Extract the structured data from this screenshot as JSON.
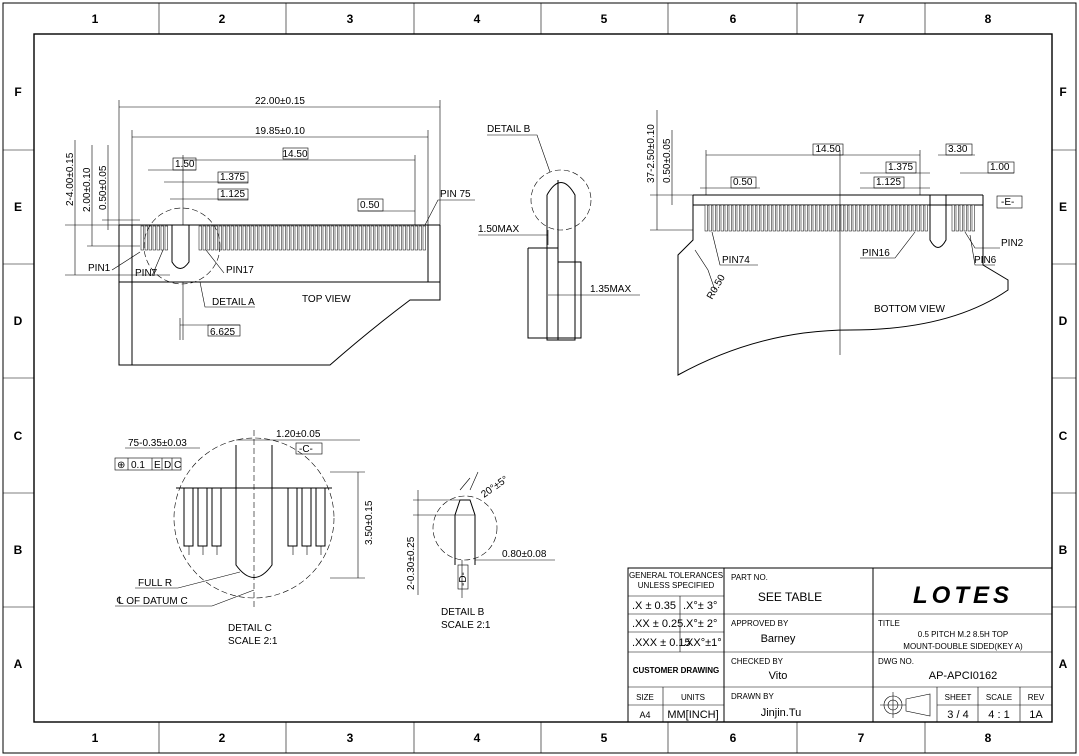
{
  "grid": {
    "columns": [
      "1",
      "2",
      "3",
      "4",
      "5",
      "6",
      "7",
      "8"
    ],
    "rows": [
      "F",
      "E",
      "D",
      "C",
      "B",
      "A"
    ]
  },
  "top_view": {
    "dims": {
      "overall": "22.00±0.15",
      "inner": "19.85±0.10",
      "pitch_span": "14.50",
      "d150": "1.50",
      "d1375": "1.375",
      "d1125": "1.125",
      "d050": "0.50",
      "d6625": "6.625",
      "v_total": "2-4.00±0.15",
      "v_200": "2.00±0.10",
      "v_050": "0.50±0.05"
    },
    "pins": {
      "pin75": "PIN 75",
      "pin1": "PIN1",
      "pin7": "PIN7",
      "pin17": "PIN17"
    },
    "detail_a": "DETAIL  A",
    "label": "TOP  VIEW"
  },
  "side_view": {
    "detail_b": "DETAIL  B",
    "max150": "1.50MAX",
    "max135": "1.35MAX"
  },
  "bottom_view": {
    "dims": {
      "v_37": "37-2.50±0.10",
      "v_050": "0.50±0.05",
      "pitch_span": "14.50",
      "d330": "3.30",
      "d100": "1.00",
      "d1375": "1.375",
      "d1125": "1.125",
      "d050": "0.50",
      "r050": "R0.50"
    },
    "datum_e": "-E-",
    "pins": {
      "pin2": "PIN2",
      "pin6": "PIN6",
      "pin16": "PIN16",
      "pin74": "PIN74"
    },
    "label": "BOTTOM  VIEW"
  },
  "detail_c": {
    "d120": "1.20±0.05",
    "datum_c": "-C-",
    "d75": "75-0.35±0.03",
    "fcf": [
      "⊕",
      "0.1",
      "E",
      "D",
      "C"
    ],
    "d350": "3.50±0.15",
    "full_r": "FULL  R",
    "datum_line": "℄  OF  DATUM  C",
    "title": "DETAIL  C",
    "scale": "SCALE  2:1"
  },
  "detail_b_view": {
    "angle": "20°±5°",
    "v_2": "2-0.30±0.25",
    "d080": "0.80±0.08",
    "datum_d": "-D-",
    "title": "DETAIL  B",
    "scale": "SCALE  2:1"
  },
  "title_block": {
    "tol_head1": "GENERAL TOLERANCES",
    "tol_head2": "UNLESS  SPECIFIED",
    "tol": [
      [
        ".X ±  0.35",
        ".X°±  3°"
      ],
      [
        ".XX ±  0.25",
        ".X°±  2°"
      ],
      [
        ".XXX ± 0.15",
        ".XX°±1°"
      ]
    ],
    "customer": "CUSTOMER DRAWING",
    "size_label": "SIZE",
    "size": "A4",
    "units_label": "UNITS",
    "units": "MM[INCH]",
    "part_label": "PART NO.",
    "part": "SEE TABLE",
    "approved_label": "APPROVED BY",
    "approved": "Barney",
    "checked_label": "CHECKED BY",
    "checked": "Vito",
    "drawn_label": "DRAWN BY",
    "drawn": "Jinjin.Tu",
    "logo": "LOTES",
    "title_label": "TITLE",
    "title1": "0.5 PITCH M.2 8.5H TOP",
    "title2": "MOUNT-DOUBLE SIDED(KEY A)",
    "dwg_label": "DWG NO.",
    "dwg": "AP-APCI0162",
    "sheet_label": "SHEET",
    "sheet": "3 / 4",
    "scale_label": "SCALE",
    "scale": "4 : 1",
    "rev_label": "REV",
    "rev": "1A"
  }
}
